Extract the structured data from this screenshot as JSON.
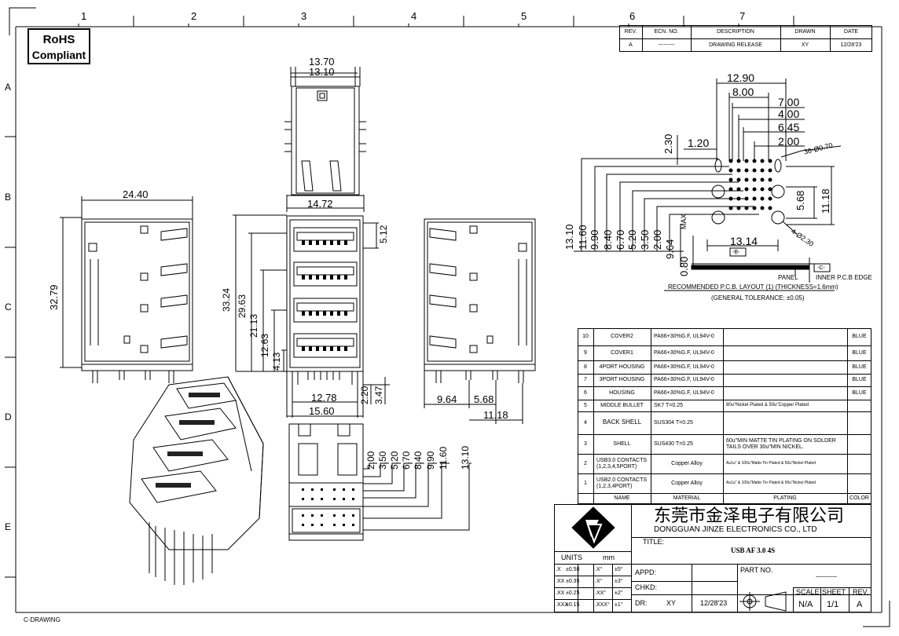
{
  "frame": {
    "col_labels": [
      "1",
      "2",
      "3",
      "4",
      "5",
      "6",
      "7"
    ],
    "row_labels": [
      "A",
      "B",
      "C",
      "D",
      "E"
    ],
    "footer_label": "C-DRAWING"
  },
  "rohs": {
    "line1": "RoHS",
    "line2": "Compliant"
  },
  "revision": {
    "headers": [
      "REV.",
      "ECN. NO.",
      "DESCRIPTION",
      "DRAWN",
      "DATE"
    ],
    "row": [
      "A",
      "---------",
      "DRAWING RELEASE",
      "XY",
      "12/28'23"
    ]
  },
  "dims": {
    "top_view": [
      "13.70",
      "13.10",
      "14.72"
    ],
    "left_view": [
      "24.40",
      "32.79"
    ],
    "front_view": [
      "5.12",
      "33.24",
      "29.63",
      "21.13",
      "12.63",
      "4.13",
      "12.78",
      "15.60",
      "2.20",
      "3.47"
    ],
    "right_view": [
      "9.64",
      "5.68",
      "11.18"
    ],
    "bottom_view": [
      "2.00",
      "3.50",
      "5.20",
      "6.70",
      "8.40",
      "9.90",
      "11.60",
      "13.10"
    ],
    "pcb_top": [
      "12.90",
      "8.00",
      "7.00",
      "4.00",
      "6.45",
      "2.00",
      "1.20",
      "2.30",
      "36-Ø0.70"
    ],
    "pcb_right": [
      "11.18",
      "5.68",
      "4-Ø2.30"
    ],
    "pcb_left": [
      "13.10",
      "11.60",
      "9.90",
      "8.40",
      "6.70",
      "5.20",
      "3.50",
      "2.00"
    ],
    "pcb_misc": [
      "9.64",
      "MAX",
      "0.80",
      "13.14",
      "-B-",
      "-C-",
      "PANEL",
      "INNER P.C.B EDGE"
    ]
  },
  "pcb_notes": {
    "line1": "RECOMMENDED P.C.B. LAYOUT (1) (THICKNESS=1.6mm)",
    "line2": "(GENERAL TOLERANCE: ±0.05)"
  },
  "bom": {
    "rows": [
      {
        "no": "10",
        "name": "COVER2",
        "material": "PA66+30%G.F, UL94V-0",
        "plating": "",
        "color": "BLUE"
      },
      {
        "no": "9",
        "name": "COVER1",
        "material": "PA66+30%G.F, UL94V-0",
        "plating": "",
        "color": "BLUE"
      },
      {
        "no": "8",
        "name": "4PORT HOUSING",
        "material": "PA66+30%G.F, UL94V-0",
        "plating": "",
        "color": "BLUE"
      },
      {
        "no": "7",
        "name": "3PORT HOUSING",
        "material": "PA66+30%G.F, UL94V-0",
        "plating": "",
        "color": "BLUE"
      },
      {
        "no": "6",
        "name": "HOUSING",
        "material": "PA66+30%G.F, UL94V-0",
        "plating": "",
        "color": "BLUE"
      },
      {
        "no": "5",
        "name": "MIDDLE BULLET",
        "material": "SK7  T=0.25",
        "plating": "80u\"Nickel Plated & 50u\"Copper Plated",
        "color": ""
      },
      {
        "no": "4",
        "name": "BACK SHELL",
        "material": "SUS304  T=0.25",
        "plating": "",
        "color": ""
      },
      {
        "no": "3",
        "name": "SHELL",
        "material": "SUS430  T=0.25",
        "plating": "60u\"MIN MATTE TIN PLATING ON SOLDER TAILS OVER 30u\"MIN NICKEL.",
        "color": ""
      },
      {
        "no": "2",
        "name": "USB3.0 CONTACTS (1,2,3,4,5PORT)",
        "material": "Copper Alloy",
        "plating": "Au1u\" & 100u\"Matte Tin Plated & 50u\"Nickel Plated",
        "color": ""
      },
      {
        "no": "1",
        "name": "USB2.0 CONTACTS (1,2,3,4PORT)",
        "material": "Copper Alloy",
        "plating": "Au1u\" & 100u\"Matte Tin Plated & 50u\"Nickel Plated",
        "color": ""
      }
    ],
    "headers": {
      "name": "NAME",
      "material": "MATERIAL",
      "plating": "PLATING",
      "color": "COLOR"
    }
  },
  "title_block": {
    "company_cn": "东莞市金泽电子有限公司",
    "company_en": "DONGGUAN JINZE ELECTRONICS CO., LTD",
    "title_label": "TITLE:",
    "title_value": "USB AF 3.0 4S",
    "units_label": "UNITS",
    "units_value": "mm",
    "tolerances": [
      [
        ".X",
        "±0.50",
        ".X°",
        "±5°"
      ],
      [
        ".XX",
        "±0.35",
        ".X°",
        "±3°"
      ],
      [
        ".XX",
        "±0.25",
        ".XX°",
        "±2°"
      ],
      [
        ".XXX",
        "±0.15",
        ".XXX°",
        "±1°"
      ]
    ],
    "appd_label": "APPD:",
    "chkd_label": "CHKD:",
    "dr_label": "DR:",
    "dr_value": "XY",
    "dr_date": "12/28'23",
    "part_no_label": "PART NO.",
    "part_no_value": "---------",
    "scale_label": "SCALE",
    "sheet_label": "SHEET",
    "rev_label": "REV.",
    "scale_value": "N/A",
    "sheet_value": "1/1",
    "rev_value": "A"
  }
}
